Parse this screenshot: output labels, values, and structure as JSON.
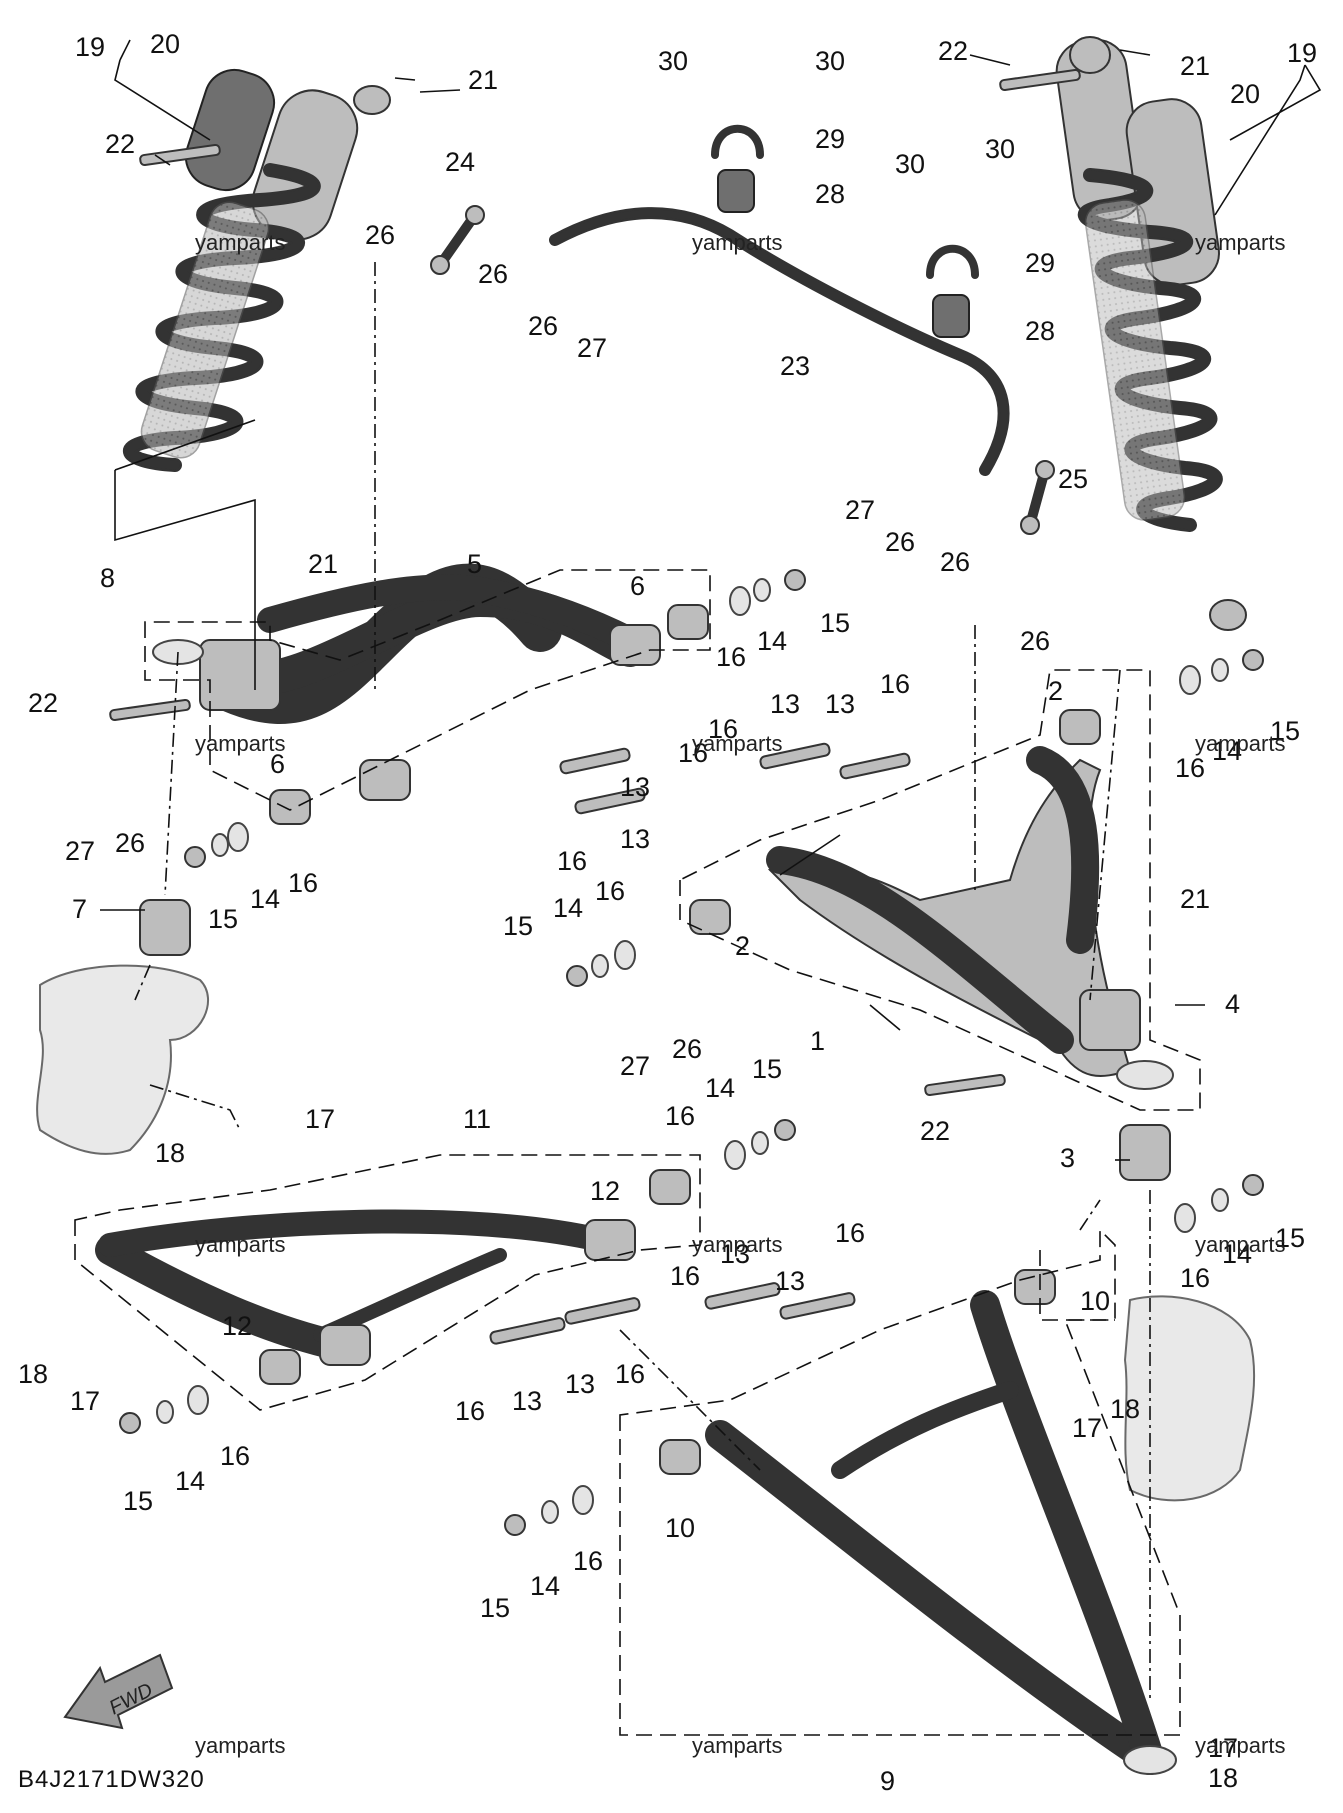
{
  "diagram_code": "B4J2171DW320",
  "watermark": "yamparts",
  "fwd_label": "FWD",
  "callouts": {
    "1": "1",
    "2": "2",
    "3": "3",
    "4": "4",
    "5": "5",
    "6": "6",
    "7": "7",
    "8": "8",
    "9": "9",
    "10": "10",
    "11": "11",
    "12": "12",
    "13": "13",
    "14": "14",
    "15": "15",
    "16": "16",
    "17": "17",
    "18": "18",
    "19": "19",
    "20": "20",
    "21": "21",
    "22": "22",
    "23": "23",
    "24": "24",
    "25": "25",
    "26": "26",
    "27": "27",
    "28": "28",
    "29": "29",
    "30": "30"
  }
}
